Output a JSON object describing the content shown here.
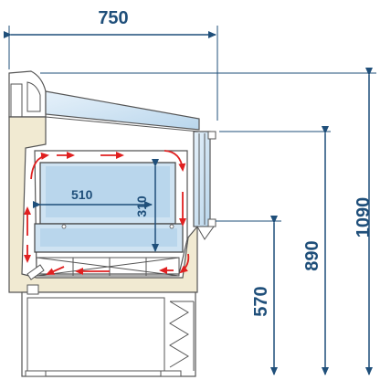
{
  "dimensions": {
    "depth": "750",
    "total_height": "1090",
    "counter_height": "890",
    "base_height": "570",
    "tray_width": "510",
    "tray_height": "310"
  },
  "colors": {
    "dimension": "#1f4f7a",
    "cabinet_fill": "#f1ead2",
    "glass_fill": "#cfe3f2",
    "airflow_arrow": "#e02020",
    "outline": "#555555"
  }
}
